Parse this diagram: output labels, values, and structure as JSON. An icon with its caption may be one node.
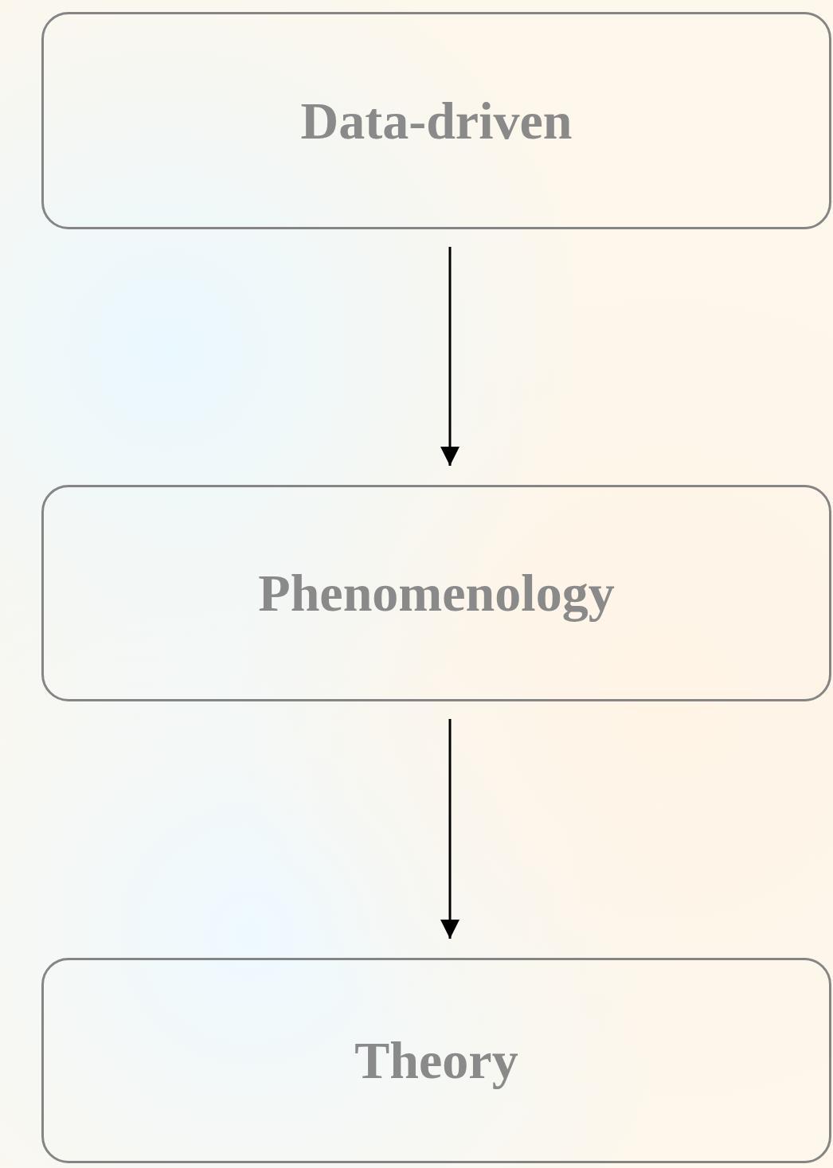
{
  "diagram": {
    "nodes": [
      {
        "text": [
          "Data-driven"
        ]
      },
      {
        "text": [
          "Phenomenology"
        ]
      },
      {
        "text": [
          "Theory"
        ]
      }
    ],
    "edges": [
      {
        "from": 0,
        "to": 1,
        "arrow": "to"
      },
      {
        "from": 1,
        "to": 2,
        "arrow": "to"
      }
    ]
  }
}
